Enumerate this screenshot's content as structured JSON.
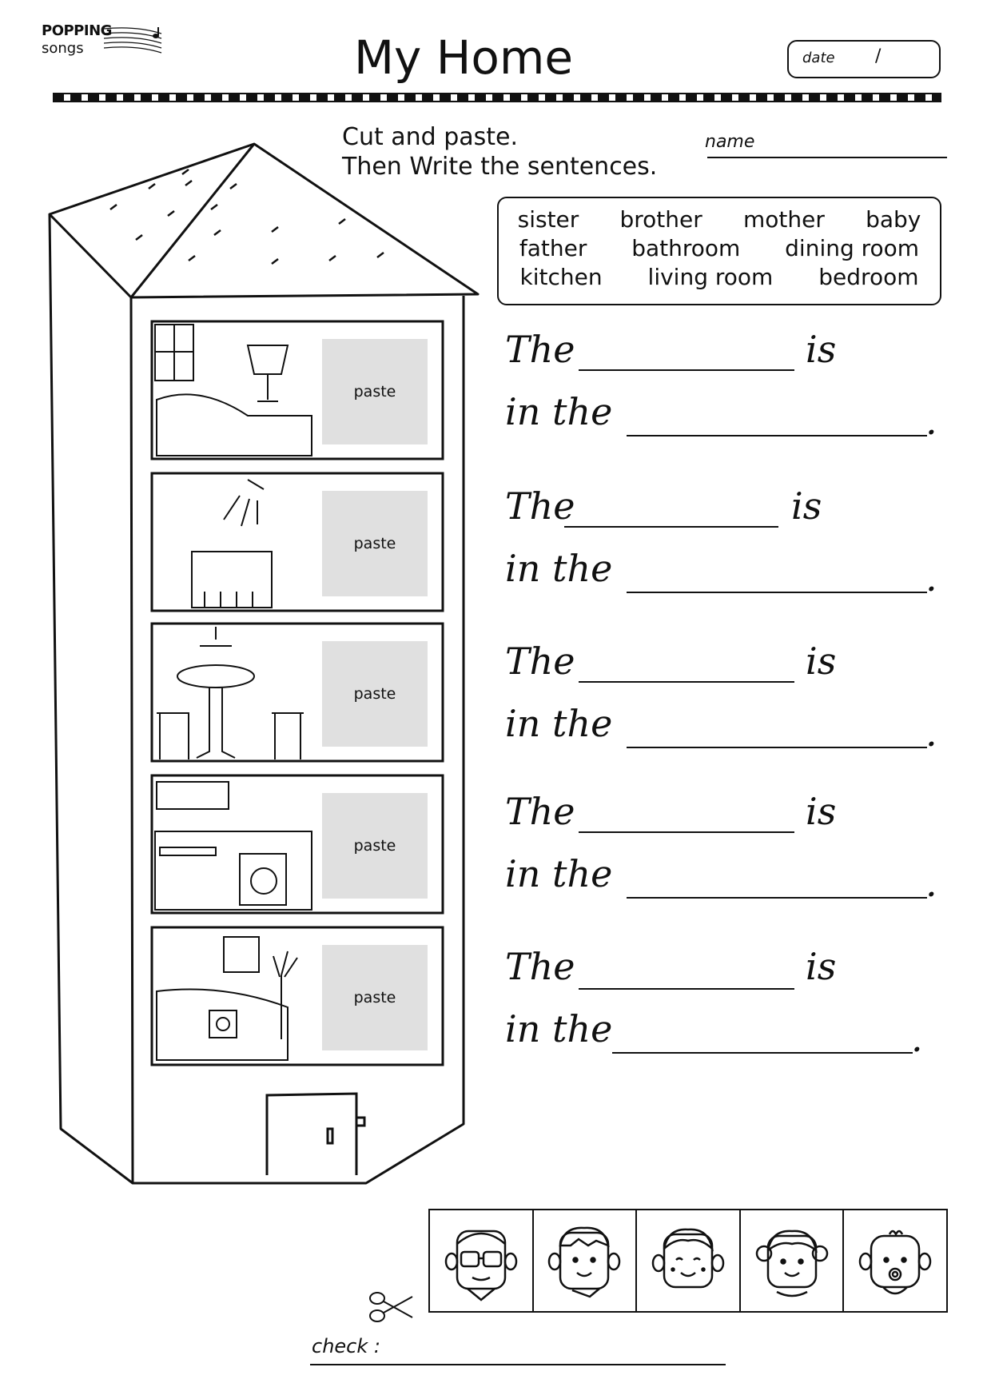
{
  "logo": {
    "top": "POPPING",
    "bottom": "songs"
  },
  "title": "My Home",
  "date": {
    "label": "date",
    "separator": "/"
  },
  "instructions": {
    "line1": "Cut and paste.",
    "line2": "Then Write the sentences."
  },
  "name_label": "name",
  "word_bank": {
    "row1": [
      "sister",
      "brother",
      "mother",
      "baby"
    ],
    "row2": [
      "father",
      "bathroom",
      "dining room"
    ],
    "row3": [
      "kitchen",
      "living room",
      "bedroom"
    ]
  },
  "rooms": [
    {
      "room": "bedroom",
      "paste": "paste"
    },
    {
      "room": "bathroom",
      "paste": "paste"
    },
    {
      "room": "dining room",
      "paste": "paste"
    },
    {
      "room": "kitchen",
      "paste": "paste"
    },
    {
      "room": "living room",
      "paste": "paste"
    }
  ],
  "sentences": [
    {
      "the": "The",
      "is": "is",
      "in_the": "in the",
      "period": "."
    },
    {
      "the": "The",
      "is": "is",
      "in_the": "in the",
      "period": "."
    },
    {
      "the": "The",
      "is": "is",
      "in_the": "in the",
      "period": "."
    },
    {
      "the": "The",
      "is": "is",
      "in_the": "in the",
      "period": "."
    },
    {
      "the": "The",
      "is": "is",
      "in_the": "in the",
      "period": "."
    }
  ],
  "faces": [
    "father",
    "brother",
    "mother",
    "sister",
    "baby"
  ],
  "check_label": "check :"
}
